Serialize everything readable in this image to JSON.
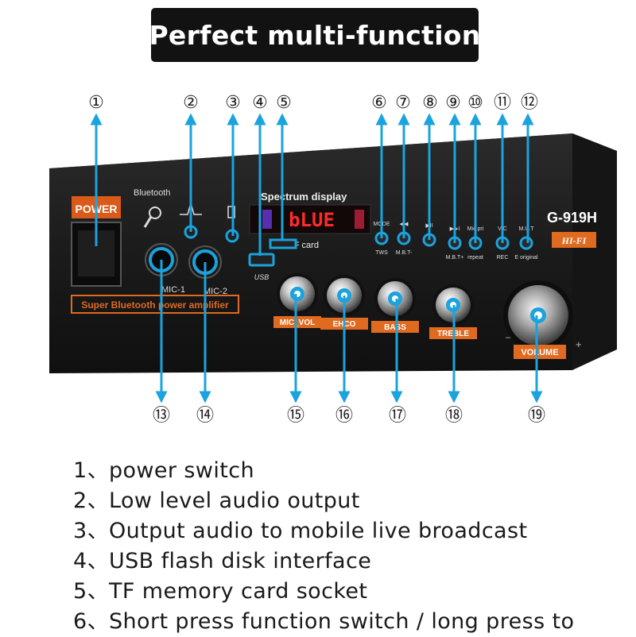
{
  "title": "Perfect multi-function",
  "device": {
    "brand_bluetooth": "Bluetooth",
    "power_label": "POWER",
    "display_label": "Spectrum display",
    "display_text": "bLUE",
    "tf_label": "TF card",
    "usb_label": "USB",
    "model": "G-919H",
    "hifi": "HI-FI",
    "tagline": "Super Bluetooth power amplifier",
    "mic1": "MIC-1",
    "mic2": "MIC-2",
    "buttons": [
      {
        "top": "MODE",
        "bottom": "TWS"
      },
      {
        "top": "◀◀",
        "bottom": "M.B.T-"
      },
      {
        "top": "▶II",
        "bottom": ""
      },
      {
        "top": "▶▶I",
        "bottom": "M.B.T+"
      },
      {
        "top": "Mic pri",
        "bottom": "repeat"
      },
      {
        "top": "V/C",
        "bottom": "REC"
      },
      {
        "top": "M.U.T",
        "bottom": "E original"
      }
    ],
    "knobs": [
      "MIC_VOL",
      "EHCO",
      "BASS",
      "TREBLE"
    ],
    "volume_label": "VOLUME",
    "volume_minus": "–",
    "volume_plus": "+"
  },
  "callouts": [
    "①",
    "②",
    "③",
    "④",
    "⑤",
    "⑥",
    "⑦",
    "⑧",
    "⑨",
    "⑩",
    "⑪",
    "⑫",
    "⑬",
    "⑭",
    "⑮",
    "⑯",
    "⑰",
    "⑱",
    "⑲"
  ],
  "legend": [
    "1、power switch",
    "2、Low level audio output",
    "3、Output audio to mobile live broadcast",
    "4、USB flash disk interface",
    "5、TF memory card socket",
    "6、Short press function switch / long press to"
  ],
  "colors": {
    "accent": "#1aa3dd",
    "panel": "#1c1c1c",
    "label_orange": "#e06a1f",
    "display_red": "#ff2a2a"
  }
}
